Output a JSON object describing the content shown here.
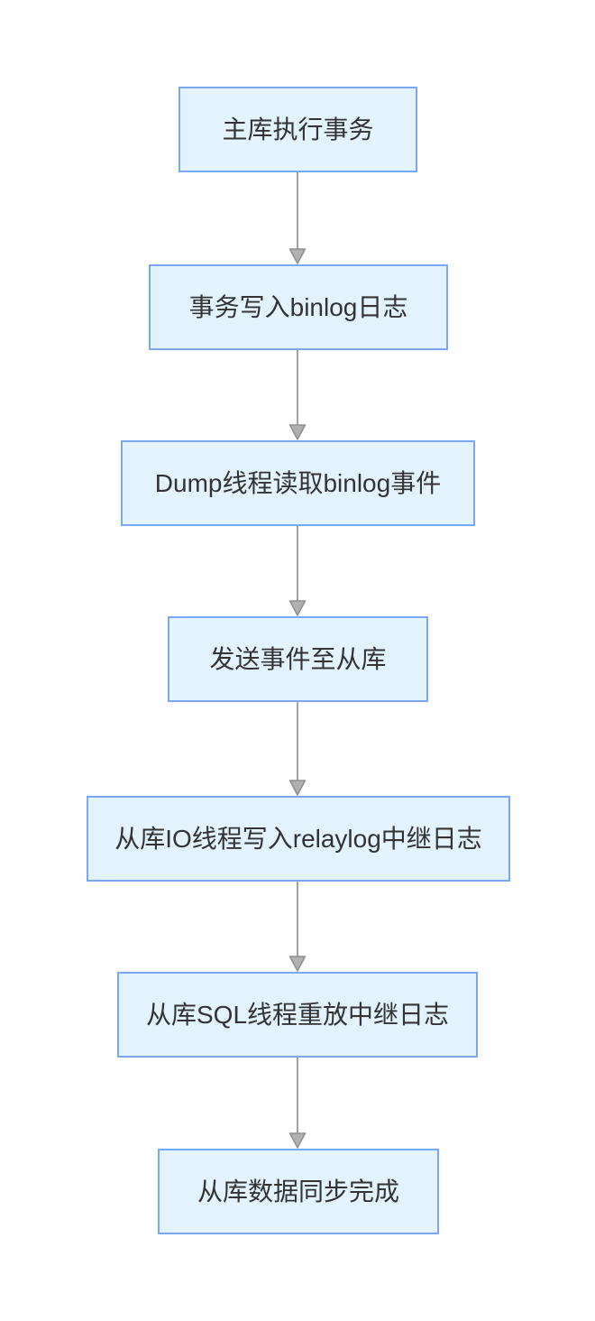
{
  "diagram": {
    "type": "flowchart",
    "direction": "top-to-bottom",
    "colors": {
      "background": "#ffffff",
      "node_fill": "#e2f3fd",
      "node_border": "#79a7f2",
      "node_text": "#333333",
      "arrow_line": "#a3a3a3",
      "arrow_head_fill": "#b0b0b0",
      "arrow_head_stroke": "#8f8f8f"
    },
    "steps": [
      {
        "label": "主库执行事务"
      },
      {
        "label": "事务写入binlog日志"
      },
      {
        "label": "Dump线程读取binlog事件"
      },
      {
        "label": "发送事件至从库"
      },
      {
        "label": "从库IO线程写入relaylog中继日志"
      },
      {
        "label": "从库SQL线程重放中继日志"
      },
      {
        "label": "从库数据同步完成"
      }
    ],
    "connectors": [
      {
        "from": 0,
        "to": 1
      },
      {
        "from": 1,
        "to": 2
      },
      {
        "from": 2,
        "to": 3
      },
      {
        "from": 3,
        "to": 4
      },
      {
        "from": 4,
        "to": 5
      },
      {
        "from": 5,
        "to": 6
      }
    ]
  }
}
